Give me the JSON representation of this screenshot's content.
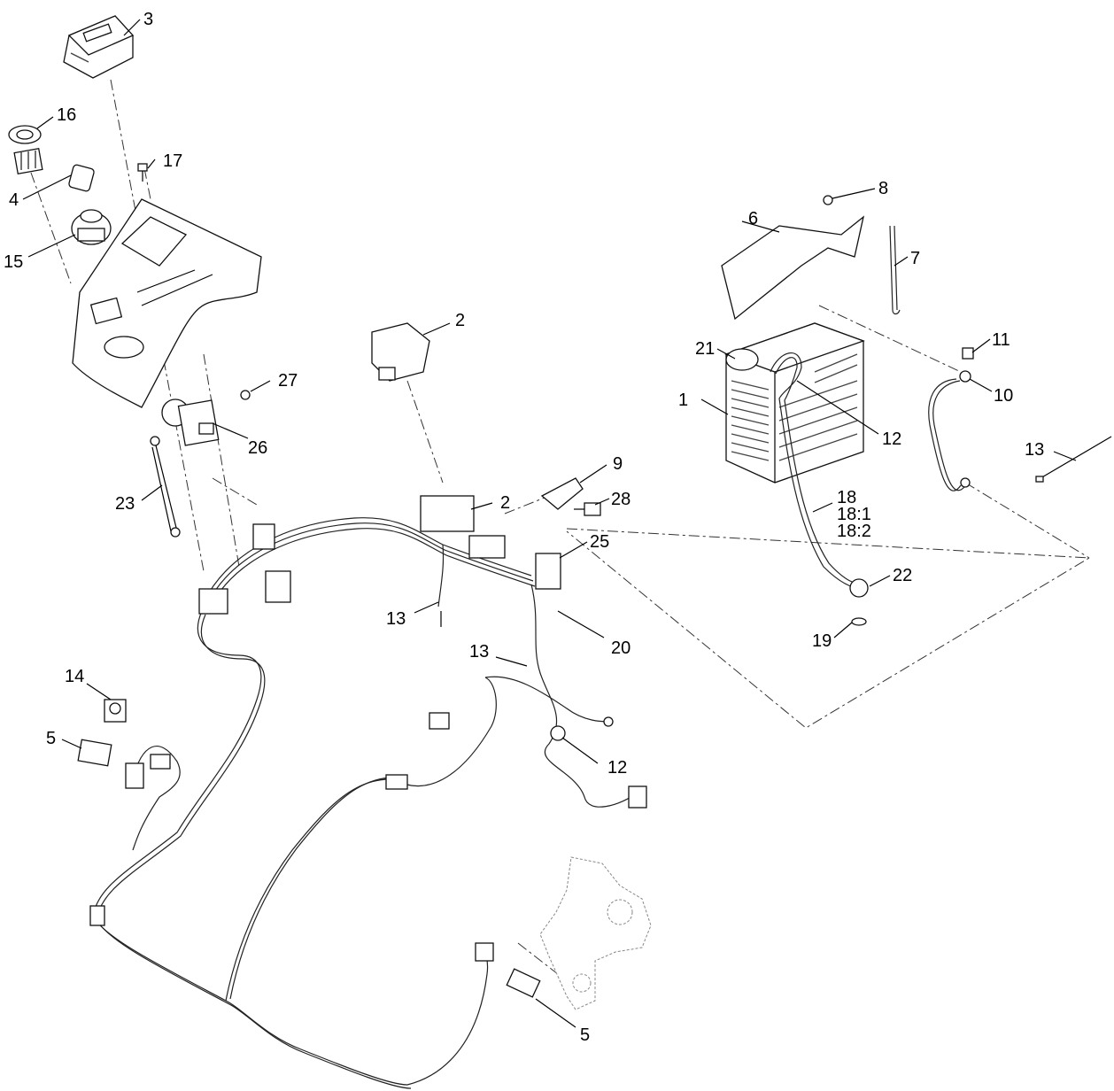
{
  "callouts": {
    "c1": "1",
    "c2a": "2",
    "c2b": "2",
    "c3": "3",
    "c4": "4",
    "c5a": "5",
    "c5b": "5",
    "c6": "6",
    "c7": "7",
    "c8": "8",
    "c9": "9",
    "c10": "10",
    "c11": "11",
    "c12a": "12",
    "c12b": "12",
    "c13a": "13",
    "c13b": "13",
    "c13c": "13",
    "c14": "14",
    "c15": "15",
    "c16": "16",
    "c17": "17",
    "c18": "18",
    "c18_1": "18:1",
    "c18_2": "18:2",
    "c19": "19",
    "c20": "20",
    "c21": "21",
    "c22": "22",
    "c23": "23",
    "c25": "25",
    "c26": "26",
    "c27": "27",
    "c28": "28"
  }
}
